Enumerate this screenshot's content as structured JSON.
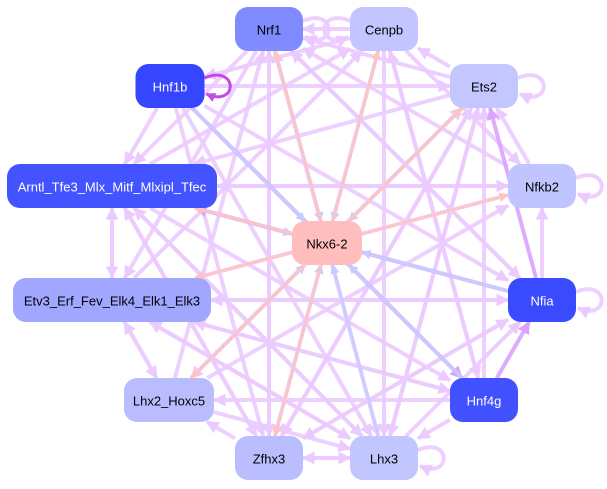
{
  "title": "Nkx6-2 regulatory network",
  "colors": {
    "edge_default": "#ebcbff",
    "edge_strong": "#d9a3ff",
    "edge_blue": "#c8cdff",
    "edge_red": "#ffc4c0",
    "edge_selfloop_hnf1b": "#c24ae6",
    "text_dark": "#000000",
    "text_light": "#ffffff"
  },
  "nodes": [
    {
      "id": "Nrf1",
      "label": "Nrf1",
      "fill": "#7f8bff",
      "text": "dark"
    },
    {
      "id": "Cenpb",
      "label": "Cenpb",
      "fill": "#c2c5ff",
      "text": "dark"
    },
    {
      "id": "Hnf1b",
      "label": "Hnf1b",
      "fill": "#3646ff",
      "text": "light"
    },
    {
      "id": "Ets2",
      "label": "Ets2",
      "fill": "#c4c7ff",
      "text": "dark"
    },
    {
      "id": "Arntl",
      "label": "Arntl_Tfe3_Mlx_Mitf_Mlxipl_Tfec",
      "fill": "#4353ff",
      "text": "light"
    },
    {
      "id": "Nfkb2",
      "label": "Nfkb2",
      "fill": "#c1c5ff",
      "text": "dark"
    },
    {
      "id": "Nkx6-2",
      "label": "Nkx6-2",
      "fill": "#ffbdbd",
      "text": "dark"
    },
    {
      "id": "Etv3",
      "label": "Etv3_Erf_Fev_Elk4_Elk1_Elk3",
      "fill": "#a1a7ff",
      "text": "dark"
    },
    {
      "id": "Nfia",
      "label": "Nfia",
      "fill": "#3a4aff",
      "text": "light"
    },
    {
      "id": "Lhx2",
      "label": "Lhx2_Hoxc5",
      "fill": "#b9bdff",
      "text": "dark"
    },
    {
      "id": "Hnf4g",
      "label": "Hnf4g",
      "fill": "#4251ff",
      "text": "light"
    },
    {
      "id": "Zfhx3",
      "label": "Zfhx3",
      "fill": "#babeff",
      "text": "dark"
    },
    {
      "id": "Lhx3",
      "label": "Lhx3",
      "fill": "#c2c6ff",
      "text": "dark"
    }
  ],
  "edges": [
    {
      "from": "Nrf1",
      "to": "Nrf1",
      "kind": "default"
    },
    {
      "from": "Cenpb",
      "to": "Cenpb",
      "kind": "default"
    },
    {
      "from": "Hnf1b",
      "to": "Hnf1b",
      "kind": "selfloop_hnf1b"
    },
    {
      "from": "Ets2",
      "to": "Ets2",
      "kind": "default"
    },
    {
      "from": "Nfkb2",
      "to": "Nfkb2",
      "kind": "default"
    },
    {
      "from": "Nfia",
      "to": "Nfia",
      "kind": "default"
    },
    {
      "from": "Lhx3",
      "to": "Lhx3",
      "kind": "default"
    },
    {
      "from": "Nrf1",
      "to": "Nkx6-2",
      "kind": "blue"
    },
    {
      "from": "Cenpb",
      "to": "Nkx6-2",
      "kind": "blue"
    },
    {
      "from": "Ets2",
      "to": "Nkx6-2",
      "kind": "blue"
    },
    {
      "from": "Nfia",
      "to": "Nkx6-2",
      "kind": "blue"
    },
    {
      "from": "Hnf4g",
      "to": "Nkx6-2",
      "kind": "blue"
    },
    {
      "from": "Lhx3",
      "to": "Nkx6-2",
      "kind": "blue"
    },
    {
      "from": "Zfhx3",
      "to": "Nkx6-2",
      "kind": "blue"
    },
    {
      "from": "Lhx2",
      "to": "Nkx6-2",
      "kind": "blue"
    },
    {
      "from": "Arntl",
      "to": "Nkx6-2",
      "kind": "blue"
    },
    {
      "from": "Hnf1b",
      "to": "Nkx6-2",
      "kind": "blue"
    },
    {
      "from": "Nkx6-2",
      "to": "Nrf1",
      "kind": "red"
    },
    {
      "from": "Nkx6-2",
      "to": "Cenpb",
      "kind": "red"
    },
    {
      "from": "Nkx6-2",
      "to": "Ets2",
      "kind": "red"
    },
    {
      "from": "Nkx6-2",
      "to": "Nfkb2",
      "kind": "red"
    },
    {
      "from": "Nkx6-2",
      "to": "Etv3",
      "kind": "red"
    },
    {
      "from": "Nkx6-2",
      "to": "Zfhx3",
      "kind": "red"
    },
    {
      "from": "Nkx6-2",
      "to": "Lhx2",
      "kind": "red"
    },
    {
      "from": "Nkx6-2",
      "to": "Arntl",
      "kind": "red"
    },
    {
      "from": "Hnf1b",
      "to": "Ets2",
      "kind": "default"
    },
    {
      "from": "Hnf1b",
      "to": "Arntl",
      "kind": "default"
    },
    {
      "from": "Hnf1b",
      "to": "Nfia",
      "kind": "default"
    },
    {
      "from": "Hnf1b",
      "to": "Lhx3",
      "kind": "default"
    },
    {
      "from": "Hnf1b",
      "to": "Hnf4g",
      "kind": "strong"
    },
    {
      "from": "Hnf1b",
      "to": "Zfhx3",
      "kind": "default"
    },
    {
      "from": "Cenpb",
      "to": "Nrf1",
      "kind": "default"
    },
    {
      "from": "Cenpb",
      "to": "Hnf1b",
      "kind": "default"
    },
    {
      "from": "Cenpb",
      "to": "Nfkb2",
      "kind": "default"
    },
    {
      "from": "Cenpb",
      "to": "Lhx3",
      "kind": "default"
    },
    {
      "from": "Cenpb",
      "to": "Zfhx3",
      "kind": "default"
    },
    {
      "from": "Cenpb",
      "to": "Hnf4g",
      "kind": "default"
    },
    {
      "from": "Ets2",
      "to": "Cenpb",
      "kind": "default"
    },
    {
      "from": "Ets2",
      "to": "Nrf1",
      "kind": "default"
    },
    {
      "from": "Ets2",
      "to": "Arntl",
      "kind": "default"
    },
    {
      "from": "Ets2",
      "to": "Lhx2",
      "kind": "default"
    },
    {
      "from": "Ets2",
      "to": "Zfhx3",
      "kind": "default"
    },
    {
      "from": "Ets2",
      "to": "Lhx3",
      "kind": "default"
    },
    {
      "from": "Nfkb2",
      "to": "Ets2",
      "kind": "default"
    },
    {
      "from": "Nfkb2",
      "to": "Arntl",
      "kind": "default"
    },
    {
      "from": "Nfkb2",
      "to": "Etv3",
      "kind": "default"
    },
    {
      "from": "Nfkb2",
      "to": "Nrf1",
      "kind": "default"
    },
    {
      "from": "Nfia",
      "to": "Nfkb2",
      "kind": "default"
    },
    {
      "from": "Nfia",
      "to": "Ets2",
      "kind": "strong"
    },
    {
      "from": "Nfia",
      "to": "Etv3",
      "kind": "default"
    },
    {
      "from": "Nfia",
      "to": "Nrf1",
      "kind": "default"
    },
    {
      "from": "Nfia",
      "to": "Arntl",
      "kind": "strong"
    },
    {
      "from": "Nfia",
      "to": "Zfhx3",
      "kind": "default"
    },
    {
      "from": "Hnf4g",
      "to": "Nfia",
      "kind": "strong"
    },
    {
      "from": "Hnf4g",
      "to": "Lhx3",
      "kind": "default"
    },
    {
      "from": "Hnf4g",
      "to": "Ets2",
      "kind": "default"
    },
    {
      "from": "Hnf4g",
      "to": "Lhx2",
      "kind": "default"
    },
    {
      "from": "Hnf4g",
      "to": "Cenpb",
      "kind": "default"
    },
    {
      "from": "Hnf4g",
      "to": "Etv3",
      "kind": "default"
    },
    {
      "from": "Lhx3",
      "to": "Zfhx3",
      "kind": "default"
    },
    {
      "from": "Lhx3",
      "to": "Ets2",
      "kind": "default"
    },
    {
      "from": "Lhx3",
      "to": "Nrf1",
      "kind": "default"
    },
    {
      "from": "Lhx3",
      "to": "Etv3",
      "kind": "default"
    },
    {
      "from": "Lhx3",
      "to": "Arntl",
      "kind": "default"
    },
    {
      "from": "Lhx3",
      "to": "Nfia",
      "kind": "default"
    },
    {
      "from": "Zfhx3",
      "to": "Lhx3",
      "kind": "default"
    },
    {
      "from": "Zfhx3",
      "to": "Lhx2",
      "kind": "default"
    },
    {
      "from": "Zfhx3",
      "to": "Nrf1",
      "kind": "default"
    },
    {
      "from": "Zfhx3",
      "to": "Ets2",
      "kind": "default"
    },
    {
      "from": "Zfhx3",
      "to": "Nfia",
      "kind": "default"
    },
    {
      "from": "Zfhx3",
      "to": "Arntl",
      "kind": "default"
    },
    {
      "from": "Lhx2",
      "to": "Etv3",
      "kind": "default"
    },
    {
      "from": "Lhx2",
      "to": "Lhx3",
      "kind": "default"
    },
    {
      "from": "Lhx2",
      "to": "Nfkb2",
      "kind": "default"
    },
    {
      "from": "Lhx2",
      "to": "Nrf1",
      "kind": "default"
    },
    {
      "from": "Lhx2",
      "to": "Ets2",
      "kind": "default"
    },
    {
      "from": "Etv3",
      "to": "Arntl",
      "kind": "default"
    },
    {
      "from": "Etv3",
      "to": "Lhx2",
      "kind": "default"
    },
    {
      "from": "Etv3",
      "to": "Nfia",
      "kind": "default"
    },
    {
      "from": "Etv3",
      "to": "Hnf4g",
      "kind": "default"
    },
    {
      "from": "Etv3",
      "to": "Lhx3",
      "kind": "default"
    },
    {
      "from": "Etv3",
      "to": "Cenpb",
      "kind": "default"
    },
    {
      "from": "Arntl",
      "to": "Etv3",
      "kind": "default"
    },
    {
      "from": "Arntl",
      "to": "Nfkb2",
      "kind": "default"
    },
    {
      "from": "Arntl",
      "to": "Lhx3",
      "kind": "default"
    },
    {
      "from": "Arntl",
      "to": "Zfhx3",
      "kind": "default"
    },
    {
      "from": "Arntl",
      "to": "Hnf4g",
      "kind": "default"
    },
    {
      "from": "Arntl",
      "to": "Cenpb",
      "kind": "default"
    },
    {
      "from": "Nrf1",
      "to": "Arntl",
      "kind": "default"
    },
    {
      "from": "Nrf1",
      "to": "Lhx3",
      "kind": "default"
    },
    {
      "from": "Nrf1",
      "to": "Zfhx3",
      "kind": "default"
    },
    {
      "from": "Nrf1",
      "to": "Nfia",
      "kind": "default"
    },
    {
      "from": "Nrf1",
      "to": "Etv3",
      "kind": "default"
    }
  ]
}
